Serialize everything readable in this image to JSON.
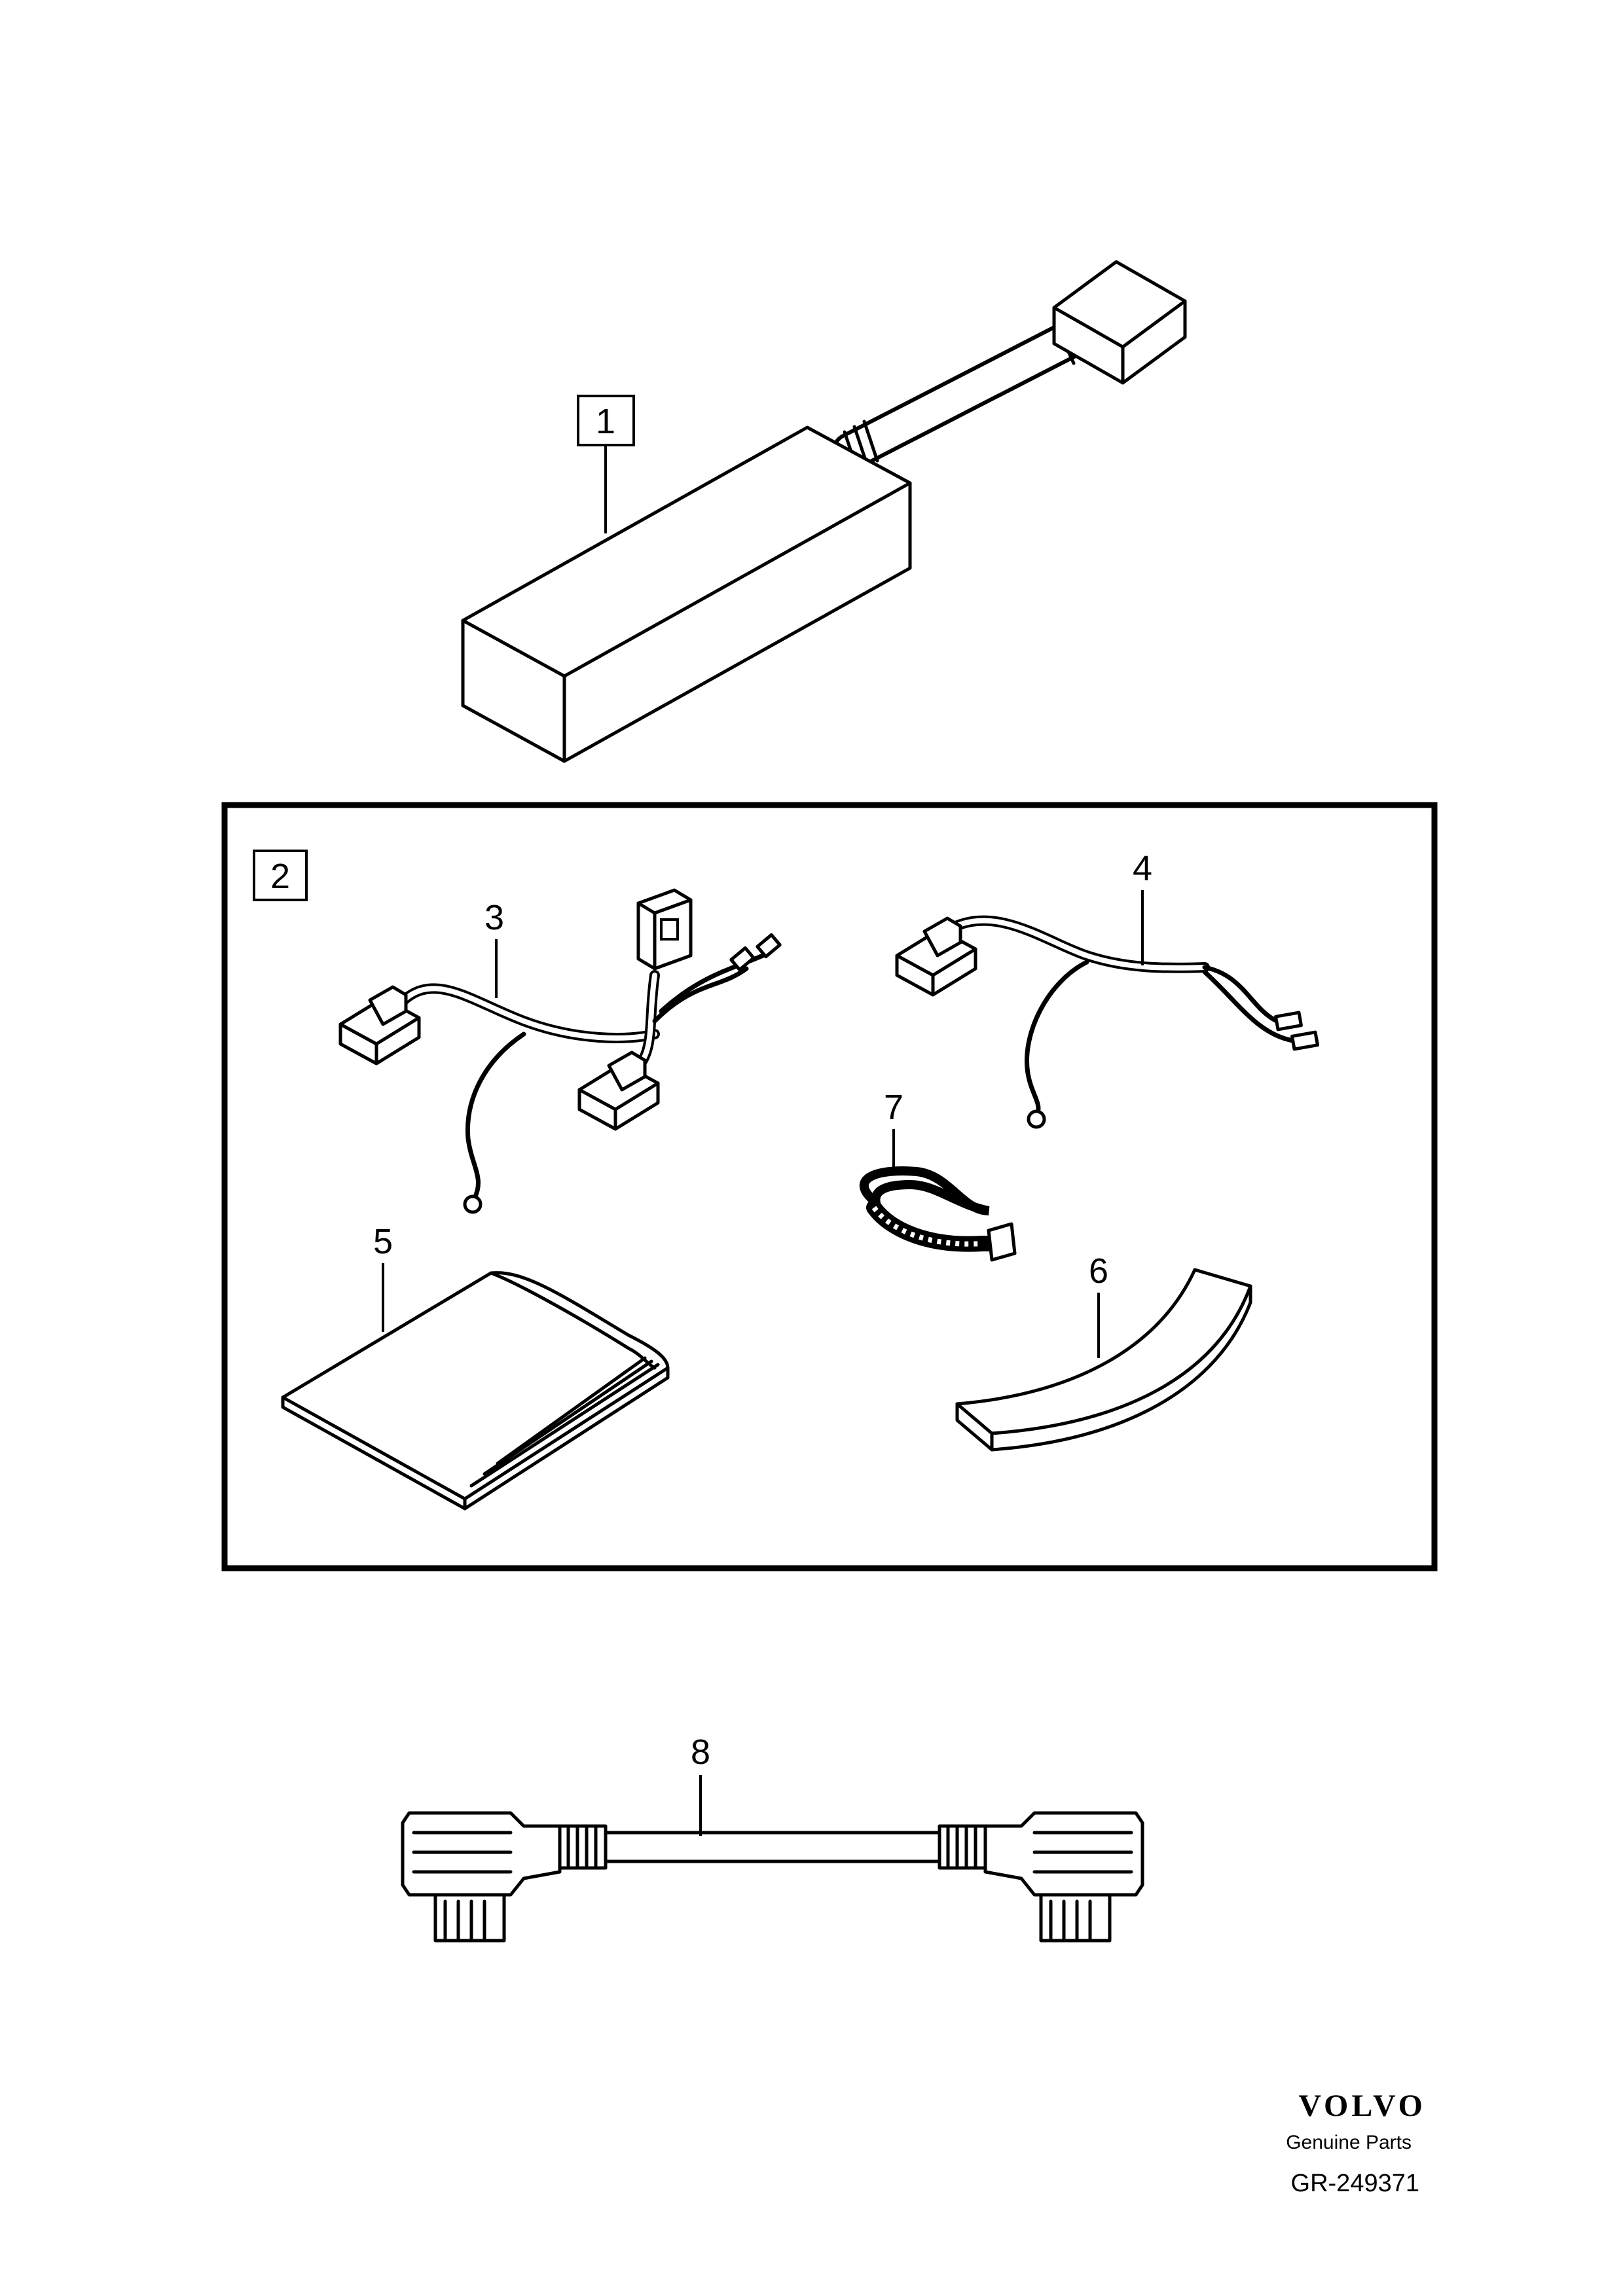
{
  "callouts": {
    "p1": "1",
    "p2": "2",
    "p3": "3",
    "p4": "4",
    "p5": "5",
    "p6": "6",
    "p7": "7",
    "p8": "8"
  },
  "footer": {
    "brand": "VOLVO",
    "subtitle": "Genuine Parts",
    "code": "GR-249371"
  }
}
